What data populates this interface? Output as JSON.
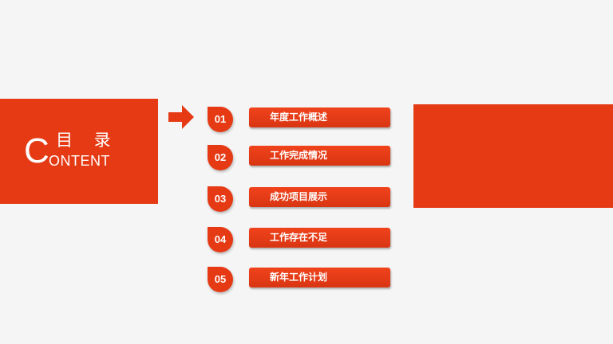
{
  "heading": {
    "cn": "目 录",
    "en_initial": "C",
    "en_rest": "ONTENT"
  },
  "colors": {
    "accent": "#e53a14",
    "background": "#f5f5f5",
    "text_on_accent": "#ffffff"
  },
  "icons": {
    "pointer": "arrow-right-icon",
    "item_marker": "rounded-drop-badge"
  },
  "items": [
    {
      "number": "01",
      "label": "年度工作概述"
    },
    {
      "number": "02",
      "label": "工作完成情况"
    },
    {
      "number": "03",
      "label": "成功项目展示"
    },
    {
      "number": "04",
      "label": "工作存在不足"
    },
    {
      "number": "05",
      "label": "新年工作计划"
    }
  ]
}
